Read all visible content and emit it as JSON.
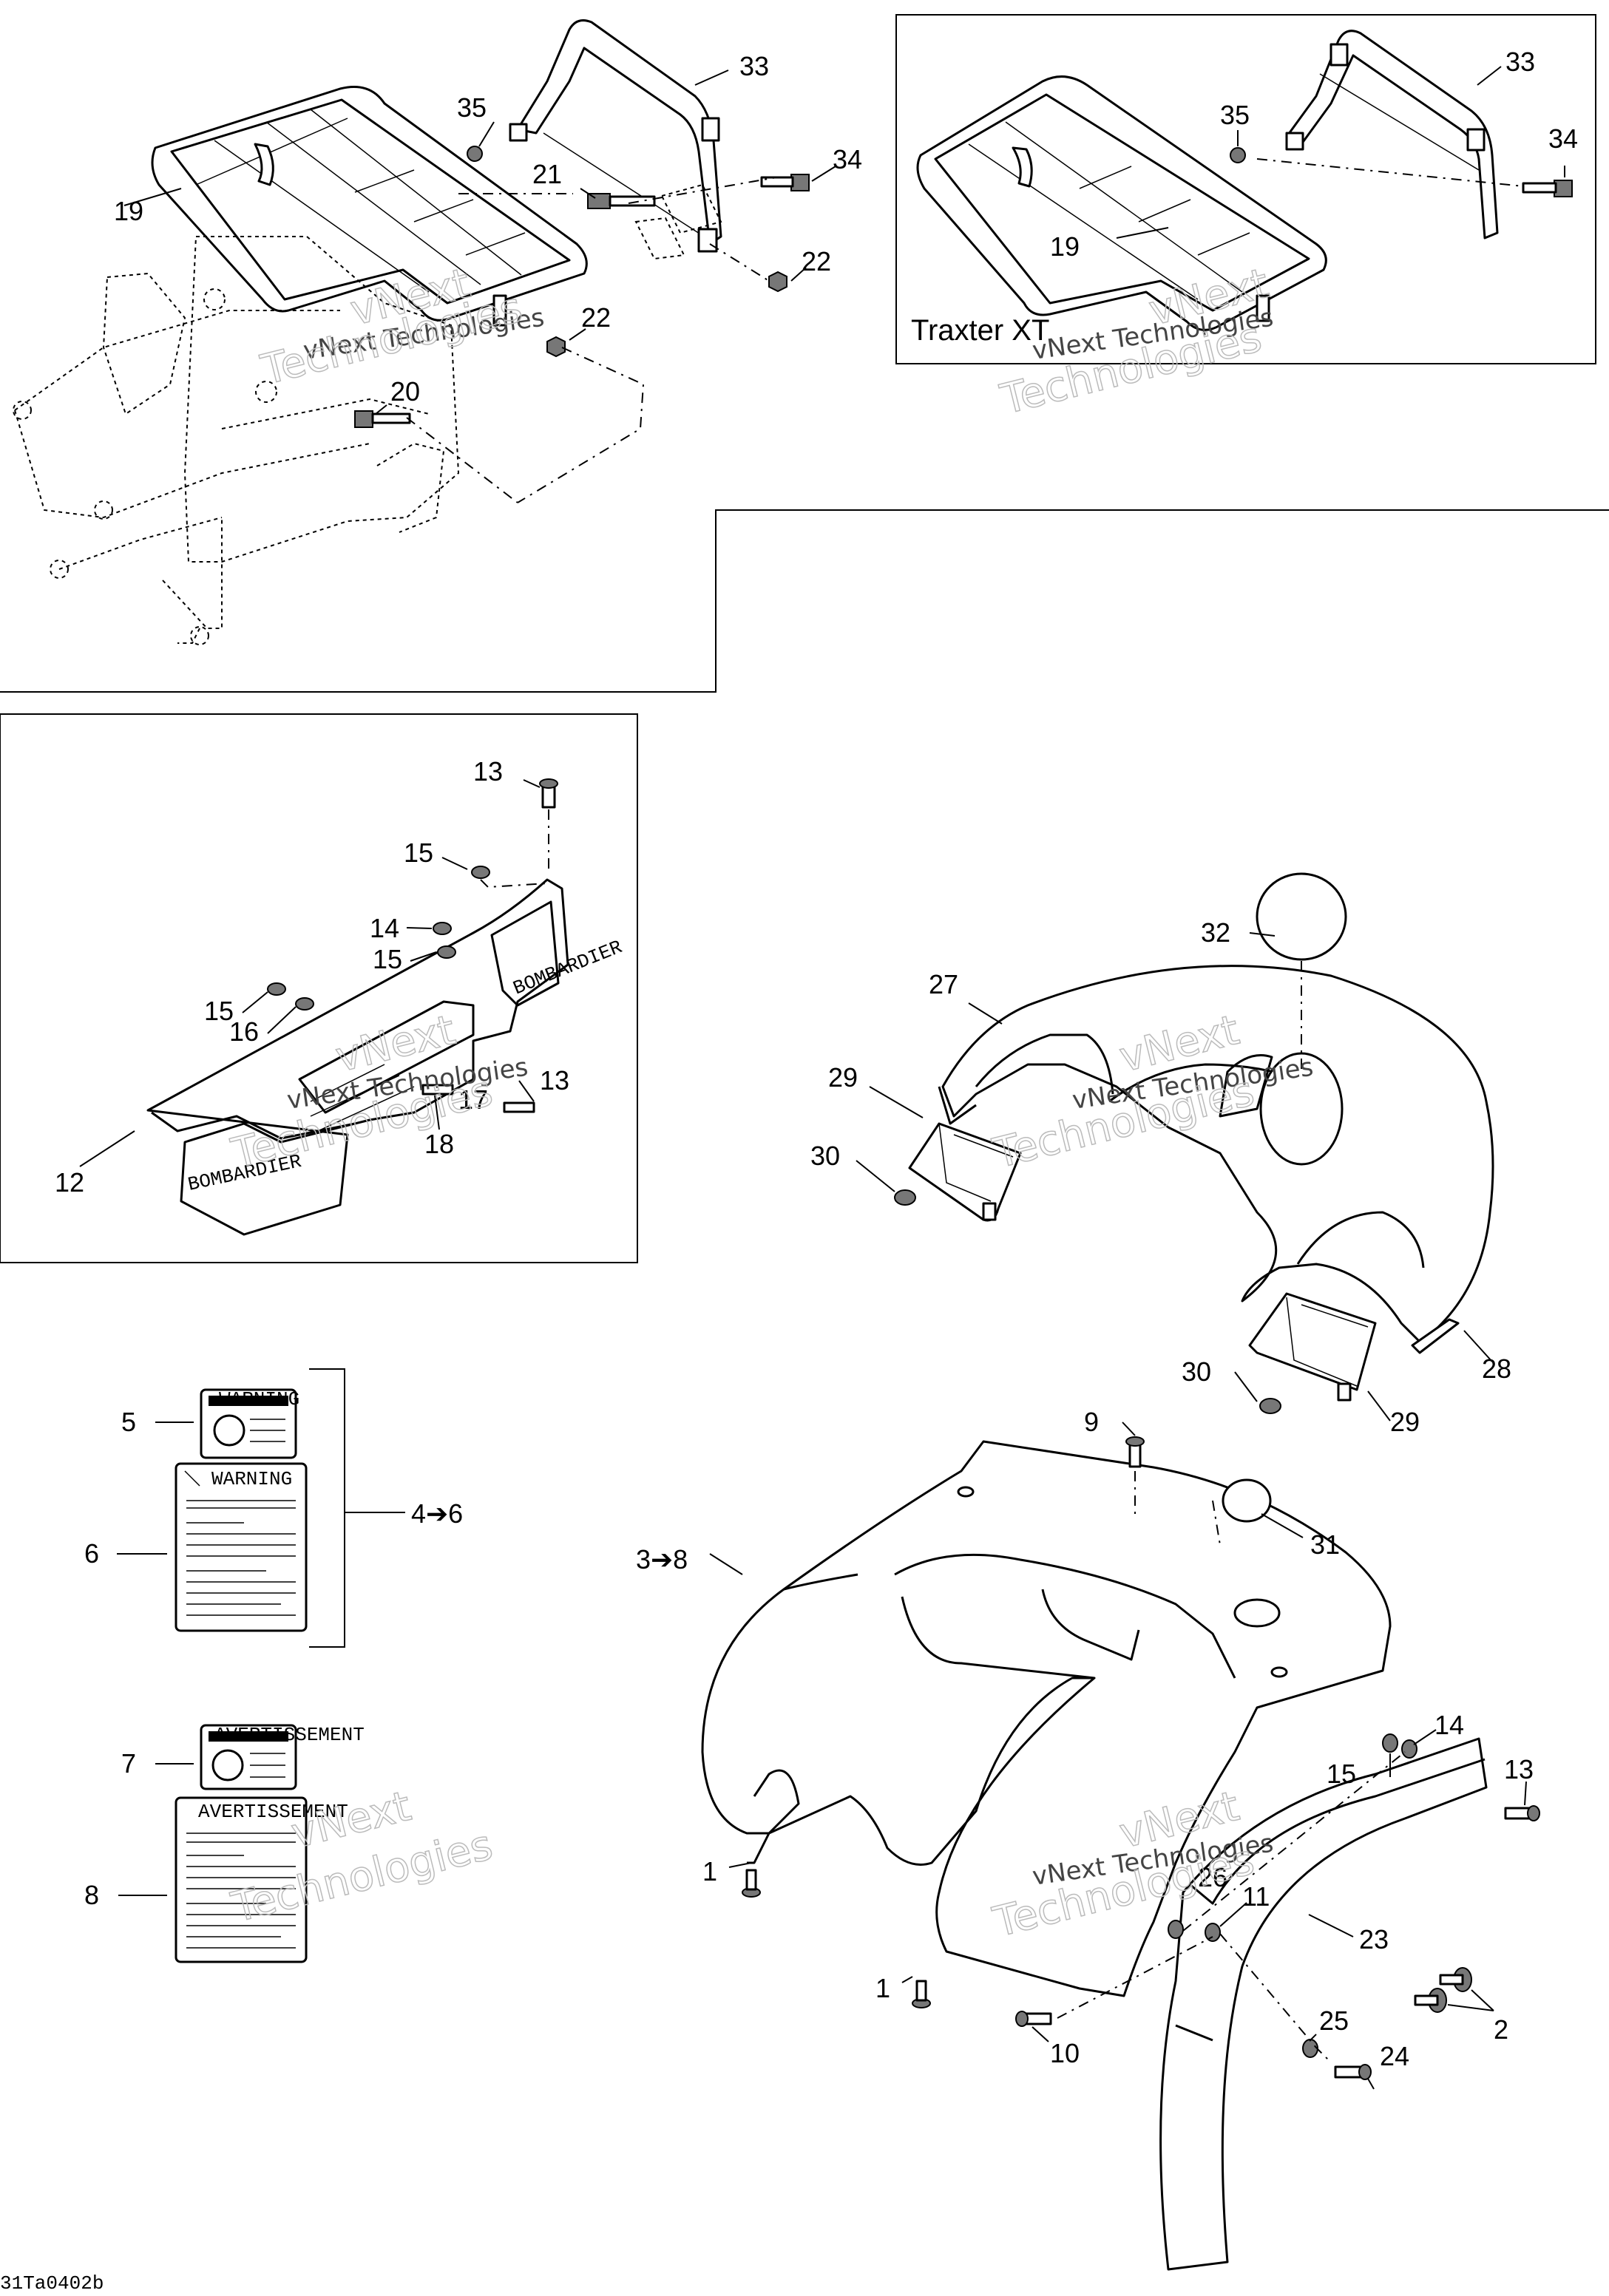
{
  "callouts": [
    {
      "id": "c33a",
      "text": "33"
    },
    {
      "id": "c35a",
      "text": "35"
    },
    {
      "id": "c34a",
      "text": "34"
    },
    {
      "id": "c21",
      "text": "21"
    },
    {
      "id": "c19a",
      "text": "19"
    },
    {
      "id": "c22a",
      "text": "22"
    },
    {
      "id": "c22b",
      "text": "22"
    },
    {
      "id": "c20",
      "text": "20"
    },
    {
      "id": "c33b",
      "text": "33"
    },
    {
      "id": "c35b",
      "text": "35"
    },
    {
      "id": "c34b",
      "text": "34"
    },
    {
      "id": "c19b",
      "text": "19"
    },
    {
      "id": "c13a",
      "text": "13"
    },
    {
      "id": "c15a",
      "text": "15"
    },
    {
      "id": "c14a",
      "text": "14"
    },
    {
      "id": "c15b",
      "text": "15"
    },
    {
      "id": "c15c",
      "text": "15"
    },
    {
      "id": "c16",
      "text": "16"
    },
    {
      "id": "c13b",
      "text": "13"
    },
    {
      "id": "c17",
      "text": "17"
    },
    {
      "id": "c18",
      "text": "18"
    },
    {
      "id": "c12",
      "text": "12"
    },
    {
      "id": "c32",
      "text": "32"
    },
    {
      "id": "c27",
      "text": "27"
    },
    {
      "id": "c29a",
      "text": "29"
    },
    {
      "id": "c30a",
      "text": "30"
    },
    {
      "id": "c28",
      "text": "28"
    },
    {
      "id": "c30b",
      "text": "30"
    },
    {
      "id": "c29b",
      "text": "29"
    },
    {
      "id": "c5",
      "text": "5"
    },
    {
      "id": "c6",
      "text": "6"
    },
    {
      "id": "c46",
      "text": "4➔6"
    },
    {
      "id": "c7",
      "text": "7"
    },
    {
      "id": "c8",
      "text": "8"
    },
    {
      "id": "c9",
      "text": "9"
    },
    {
      "id": "c31",
      "text": "31"
    },
    {
      "id": "c38",
      "text": "3➔8"
    },
    {
      "id": "c14b",
      "text": "14"
    },
    {
      "id": "c15d",
      "text": "15"
    },
    {
      "id": "c13c",
      "text": "13"
    },
    {
      "id": "c1a",
      "text": "1"
    },
    {
      "id": "c26",
      "text": "26"
    },
    {
      "id": "c11",
      "text": "11"
    },
    {
      "id": "c23",
      "text": "23"
    },
    {
      "id": "c1b",
      "text": "1"
    },
    {
      "id": "c2",
      "text": "2"
    },
    {
      "id": "c25",
      "text": "25"
    },
    {
      "id": "c10",
      "text": "10"
    },
    {
      "id": "c24",
      "text": "24"
    }
  ],
  "inset_label": "Traxter XT",
  "watermark_lines": [
    "vNext Technologies",
    "vNext Technologies",
    "vNext Technologies",
    "vNext Technologies",
    "vNext Technologies"
  ],
  "watermark_big": [
    "vNext",
    "Technologies"
  ],
  "labels": {
    "warning_header": "WARNING",
    "avertissement_header": "AVERTISSEMENT",
    "decal_small_a": "WARNING",
    "decal_small_b": "AVERTISSEMENT",
    "brand_a": "BOMBARDIER",
    "brand_b": "BOMBARDIER"
  },
  "reference_code": "31Ta0402b"
}
